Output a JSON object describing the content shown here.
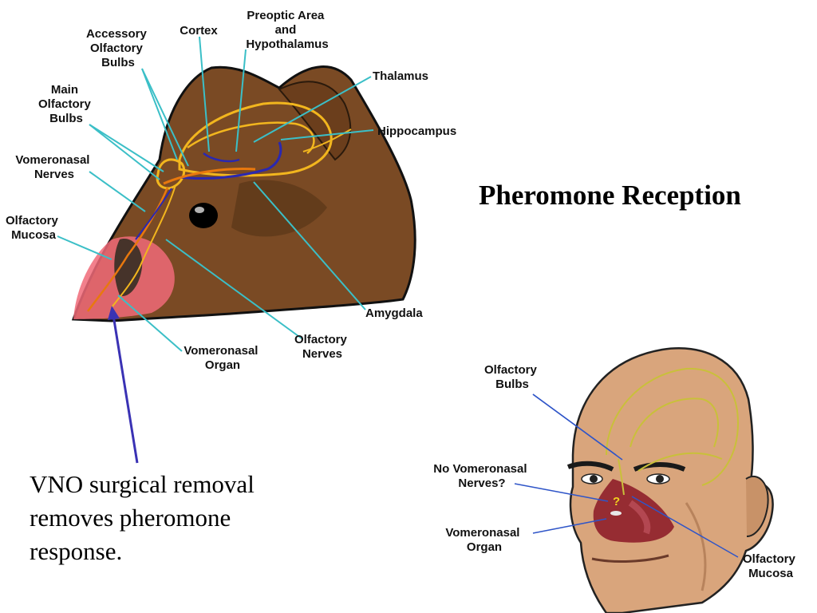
{
  "title": "Pheromone Reception",
  "note": {
    "lines": [
      "VNO surgical removal",
      "removes pheromone",
      "response."
    ]
  },
  "rodent_labels": {
    "accessory_olfactory_bulbs": [
      "Accessory",
      "Olfactory",
      "Bulbs"
    ],
    "cortex": [
      "Cortex"
    ],
    "preoptic_area_hypothalamus": [
      "Preoptic Area",
      "and",
      "Hypothalamus"
    ],
    "thalamus": [
      "Thalamus"
    ],
    "main_olfactory_bulbs": [
      "Main",
      "Olfactory",
      "Bulbs"
    ],
    "hippocampus": [
      "Hippocampus"
    ],
    "vomeronasal_nerves": [
      "Vomeronasal",
      "Nerves"
    ],
    "olfactory_mucosa": [
      "Olfactory",
      "Mucosa"
    ],
    "amygdala": [
      "Amygdala"
    ],
    "olfactory_nerves": [
      "Olfactory",
      "Nerves"
    ],
    "vomeronasal_organ": [
      "Vomeronasal",
      "Organ"
    ]
  },
  "human_labels": {
    "olfactory_bulbs": [
      "Olfactory",
      "Bulbs"
    ],
    "no_vomeronasal_nerves": [
      "No Vomeronasal",
      "Nerves?"
    ],
    "vomeronasal_organ": [
      "Vomeronasal",
      "Organ"
    ],
    "olfactory_mucosa": [
      "Olfactory",
      "Mucosa"
    ],
    "question_mark": "?"
  },
  "colors": {
    "rodent_fur": "#7a4a24",
    "rodent_fur_dark": "#5a3618",
    "rodent_nose": "#f06a78",
    "skin": "#d9a57c",
    "skin_shadow": "#b8835c",
    "nerve_yellow": "#f2b61e",
    "nerve_orange": "#e8780e",
    "nerve_blue": "#2a28b0",
    "pointer_cyan": "#3bbfc7",
    "pointer_blue": "#2f55c8",
    "arrow_indigo": "#3a32b4",
    "mucosa_red": "#8e1f2a"
  }
}
